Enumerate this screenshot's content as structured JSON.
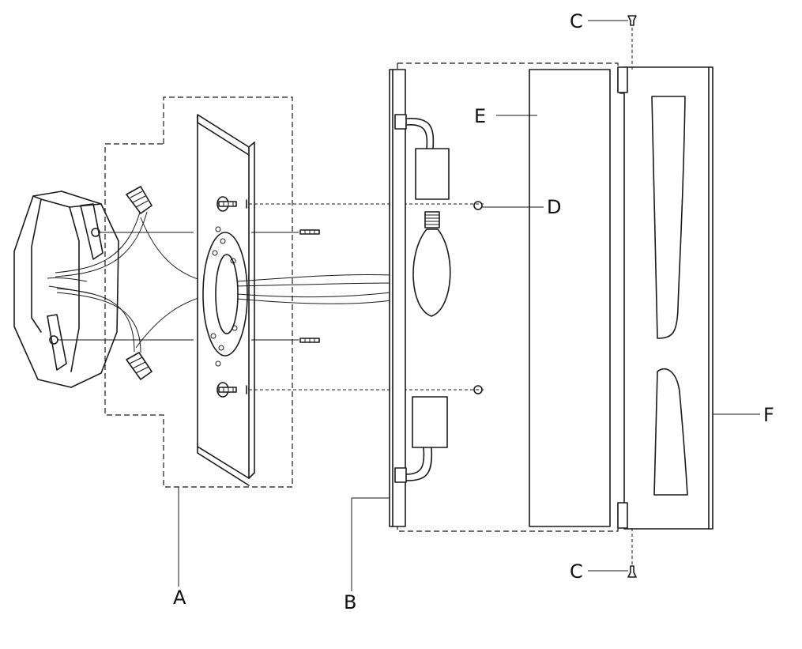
{
  "labels": {
    "A": "A",
    "B": "B",
    "C_top": "C",
    "C_bottom": "C",
    "D": "D",
    "E": "E",
    "F": "F"
  }
}
